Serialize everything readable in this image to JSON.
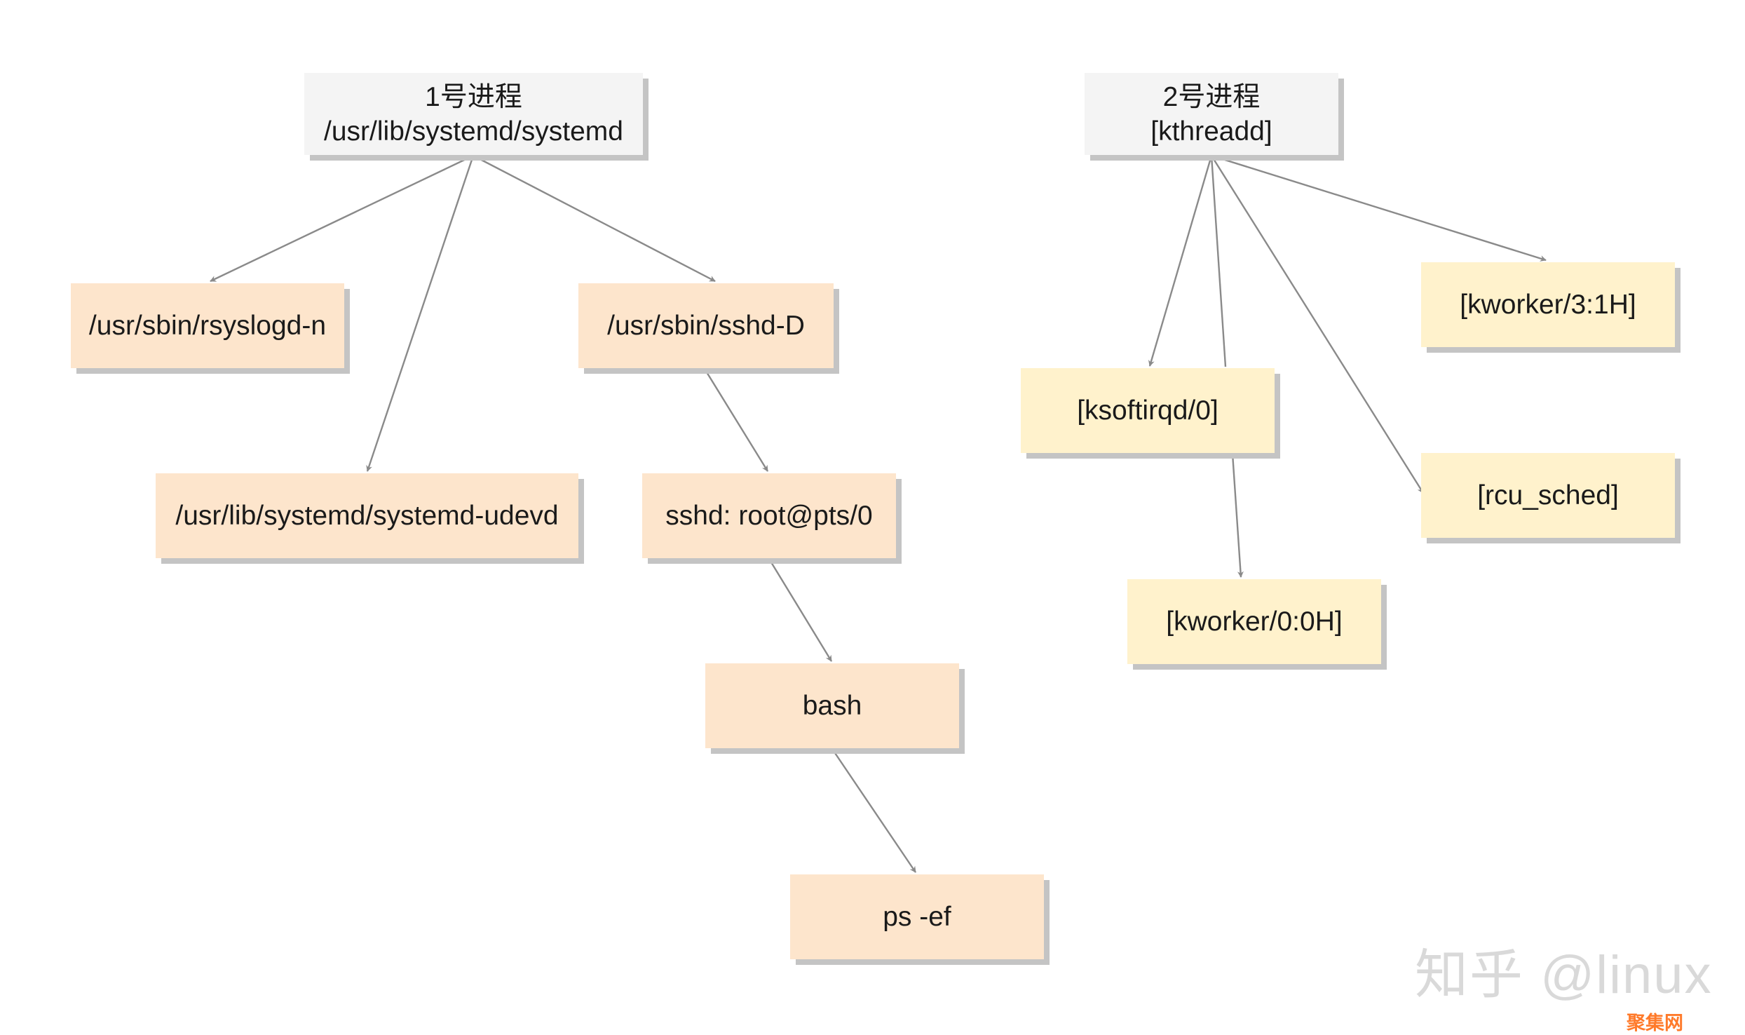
{
  "nodes": {
    "n1": {
      "line1": "1号进程",
      "line2": "/usr/lib/systemd/systemd"
    },
    "n2": {
      "line1": "2号进程",
      "line2": "[kthreadd]"
    },
    "n3": {
      "label": "/usr/sbin/rsyslogd-n"
    },
    "n4": {
      "label": "/usr/sbin/sshd-D"
    },
    "n5": {
      "label": "/usr/lib/systemd/systemd-udevd"
    },
    "n6": {
      "label": "sshd: root@pts/0"
    },
    "n7": {
      "label": "bash"
    },
    "n8": {
      "label": "ps -ef"
    },
    "n9": {
      "label": "[ksoftirqd/0]"
    },
    "n10": {
      "label": "[kworker/3:1H]"
    },
    "n11": {
      "label": "[rcu_sched]"
    },
    "n12": {
      "label": "[kworker/0:0H]"
    }
  },
  "edges": [
    [
      "n1",
      "n3"
    ],
    [
      "n1",
      "n5"
    ],
    [
      "n1",
      "n4"
    ],
    [
      "n4",
      "n6"
    ],
    [
      "n6",
      "n7"
    ],
    [
      "n7",
      "n8"
    ],
    [
      "n2",
      "n9"
    ],
    [
      "n2",
      "n12"
    ],
    [
      "n2",
      "n11"
    ],
    [
      "n2",
      "n10"
    ],
    [
      "n9",
      "n12"
    ]
  ],
  "watermark": "知乎 @linux",
  "site_logo": "聚集网",
  "colors": {
    "root_fill": "#f4f4f4",
    "user_fill": "#fde5cc",
    "kernel_fill": "#fff2cc",
    "edge": "#8a8a8a",
    "shadow": "#c4c4c4"
  }
}
